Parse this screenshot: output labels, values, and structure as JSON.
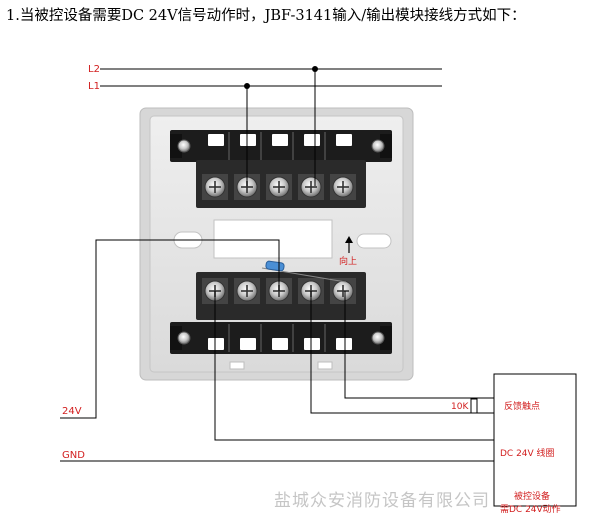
{
  "heading": "1.当被控设备需要DC 24V信号动作时，JBF-3141输入/输出模块接线方式如下：",
  "labels": {
    "l2": "L2",
    "l1": "L1",
    "v24": "24V",
    "gnd": "GND",
    "up_arrow": "向上",
    "resistor": "10K",
    "feedback": "反馈触点",
    "coil": "DC 24V 线圈",
    "device_line1": "被控设备",
    "device_line2": "需DC 24V动作"
  },
  "watermark": "盐城众安消防设备有限公司",
  "colors": {
    "label_red": "#d21f1f",
    "wire": "#000000",
    "module_body": "#e6e6e6",
    "terminal_block": "#1c1c1c"
  }
}
